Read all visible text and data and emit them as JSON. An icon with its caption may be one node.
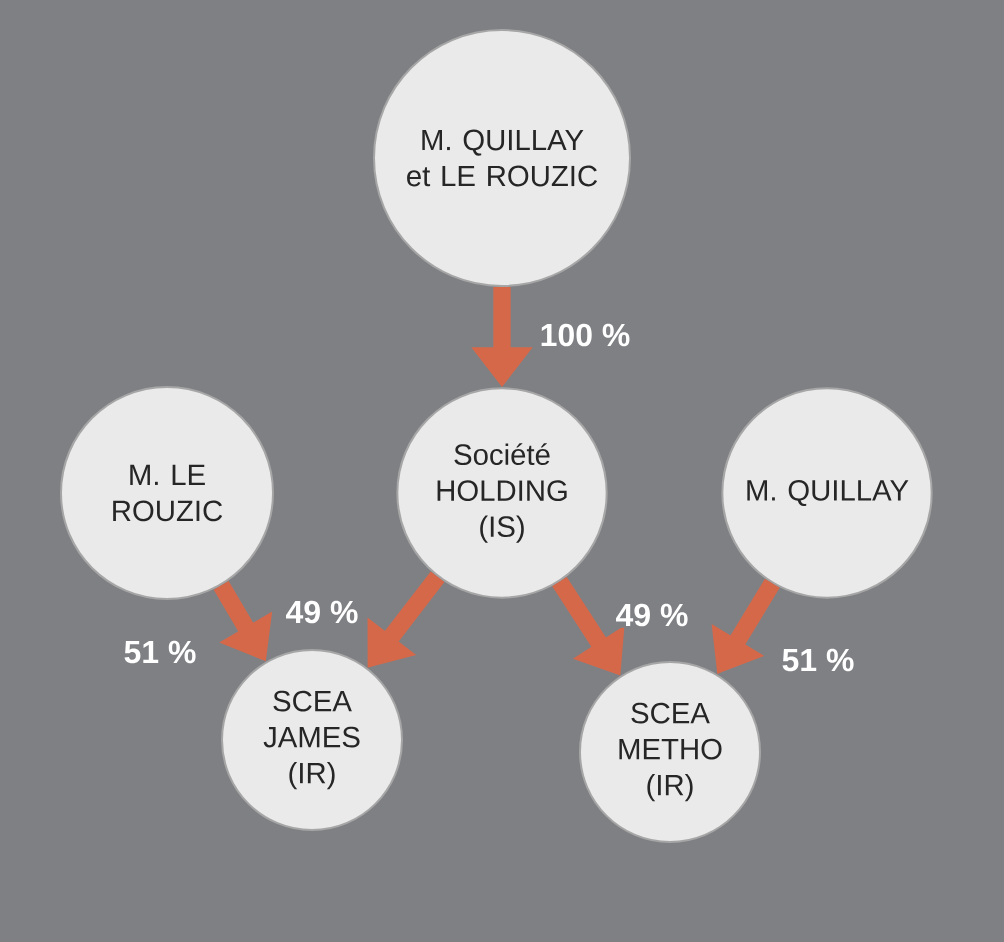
{
  "diagram": {
    "nodes": [
      {
        "text": [
          "M. QUILLAY et LE ROUZIC"
        ]
      },
      {
        "text": [
          "M. LE ROUZIC"
        ]
      },
      {
        "text": [
          "Société HOLDING (IS)"
        ]
      },
      {
        "text": [
          "M. QUILLAY"
        ]
      },
      {
        "text": [
          "SCEA JAMES (IR)"
        ]
      },
      {
        "text": [
          "SCEA METHO (IR)"
        ]
      }
    ],
    "edges": [
      {
        "from": 0,
        "to": 2,
        "arrow": "to",
        "label": "100 %"
      },
      {
        "from": 1,
        "to": 4,
        "arrow": "to",
        "label": "51 %"
      },
      {
        "from": 2,
        "to": 4,
        "arrow": "to",
        "label": "49 %"
      },
      {
        "from": 2,
        "to": 5,
        "arrow": "to",
        "label": "49 %"
      },
      {
        "from": 3,
        "to": 5,
        "arrow": "to",
        "label": "51 %"
      }
    ]
  }
}
